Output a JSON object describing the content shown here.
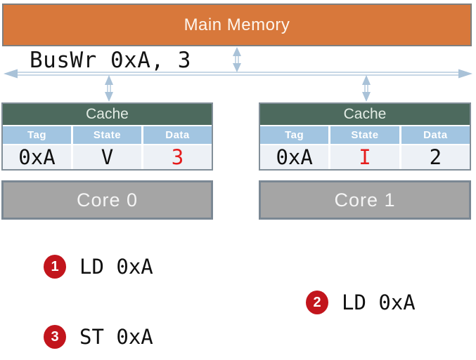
{
  "memory": {
    "label": "Main Memory"
  },
  "bus": {
    "label": "BusWr 0xA, 3"
  },
  "caches": [
    {
      "title": "Cache",
      "columns": [
        "Tag",
        "State",
        "Data"
      ],
      "row": {
        "tag": "0xA",
        "state": "V",
        "data": "3"
      },
      "highlighted_cell": "data"
    },
    {
      "title": "Cache",
      "columns": [
        "Tag",
        "State",
        "Data"
      ],
      "row": {
        "tag": "0xA",
        "state": "I",
        "data": "2"
      },
      "highlighted_cell": "state"
    }
  ],
  "cores": [
    {
      "label": "Core 0"
    },
    {
      "label": "Core 1"
    }
  ],
  "events": [
    {
      "num": "1",
      "text": "LD 0xA"
    },
    {
      "num": "2",
      "text": "LD 0xA"
    },
    {
      "num": "3",
      "text": "ST 0xA"
    }
  ],
  "colors": {
    "memory_fill": "#d8783b",
    "memory_border": "#7f7f7f",
    "cache_header_fill": "#4d6a5e",
    "column_header_fill": "#a2c5e1",
    "data_row_fill": "#edf1f6",
    "table_border": "#828f99",
    "core_fill": "#a5a5a5",
    "core_border": "#7b8894",
    "bus_arrow": "#a3bed6",
    "highlight_red": "#e51c1c",
    "badge_red": "#c2151c"
  }
}
